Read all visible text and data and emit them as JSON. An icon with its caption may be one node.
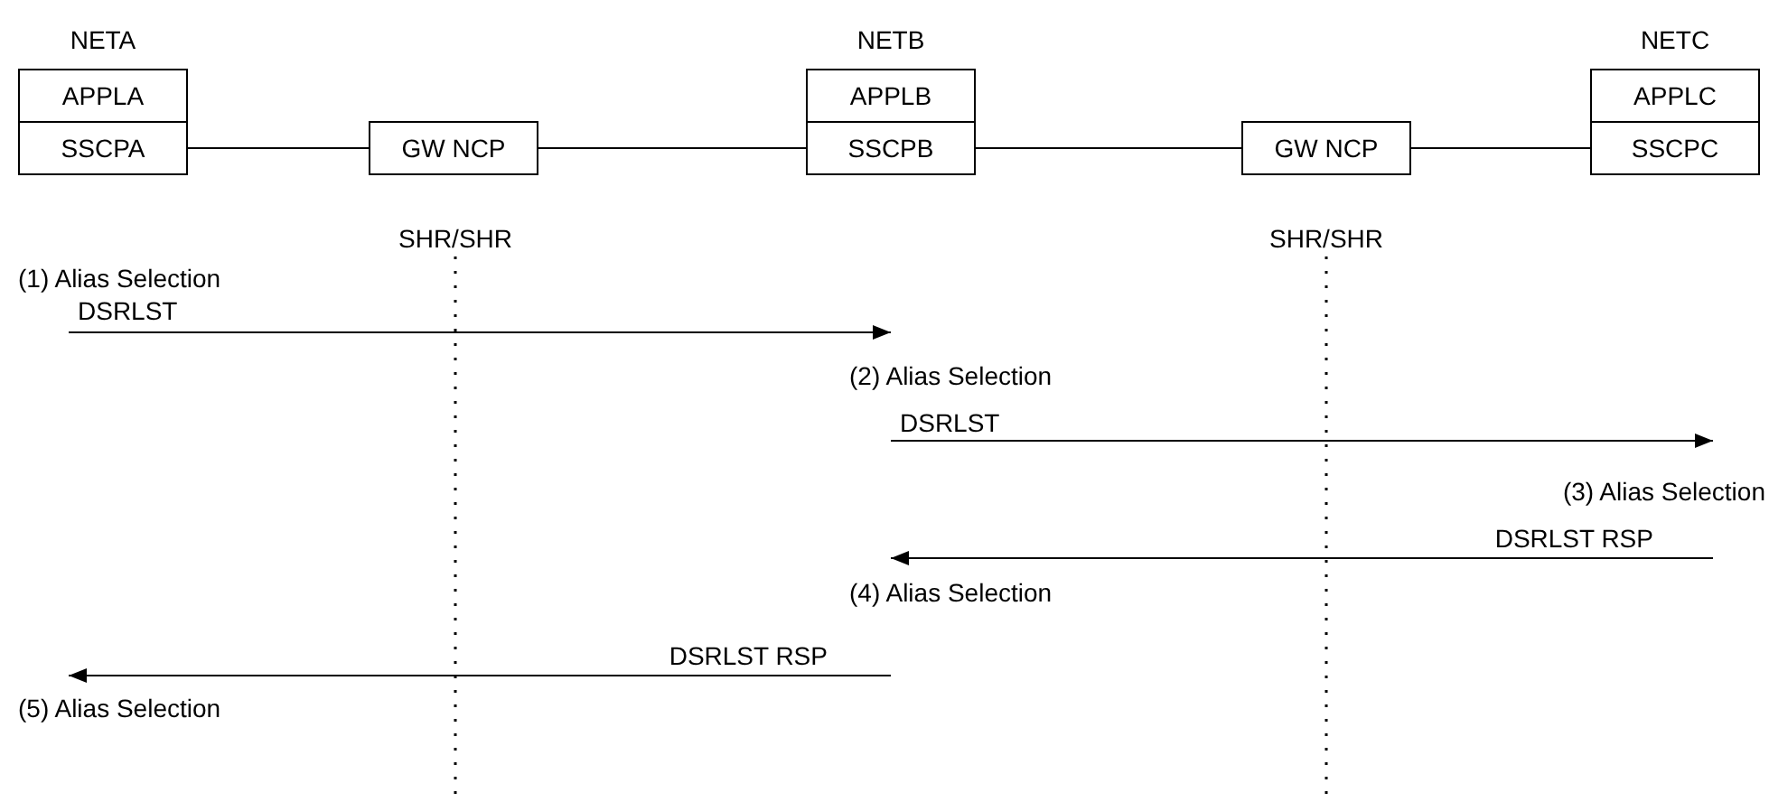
{
  "diagram": {
    "nodes": [
      {
        "text": [
          "APPLA"
        ],
        "beside": [
          "NETA"
        ]
      },
      {
        "text": [
          "SSCPA"
        ]
      },
      {
        "text": [
          "GW NCP"
        ]
      },
      {
        "text": [
          "APPLB"
        ],
        "beside": [
          "NETB"
        ]
      },
      {
        "text": [
          "SSCPB"
        ]
      },
      {
        "text": [
          "GW NCP"
        ]
      },
      {
        "text": [
          "APPLC"
        ],
        "beside": [
          "NETC"
        ]
      },
      {
        "text": [
          "SSCPC"
        ]
      }
    ],
    "edges": [
      {
        "from": 1,
        "to": 2,
        "arrow": "none"
      },
      {
        "from": 2,
        "to": 4,
        "arrow": "none"
      },
      {
        "from": 4,
        "to": 5,
        "arrow": "none"
      },
      {
        "from": 5,
        "to": 7,
        "arrow": "none"
      }
    ],
    "labels": [
      "SHR/SHR",
      "SHR/SHR",
      "(1) Alias Selection",
      "DSRLST",
      "(2) Alias Selection",
      "DSRLST",
      "(3) Alias Selection",
      "DSRLST RSP",
      "(4) Alias Selection",
      "DSRLST RSP",
      "(5) Alias Selection"
    ]
  }
}
